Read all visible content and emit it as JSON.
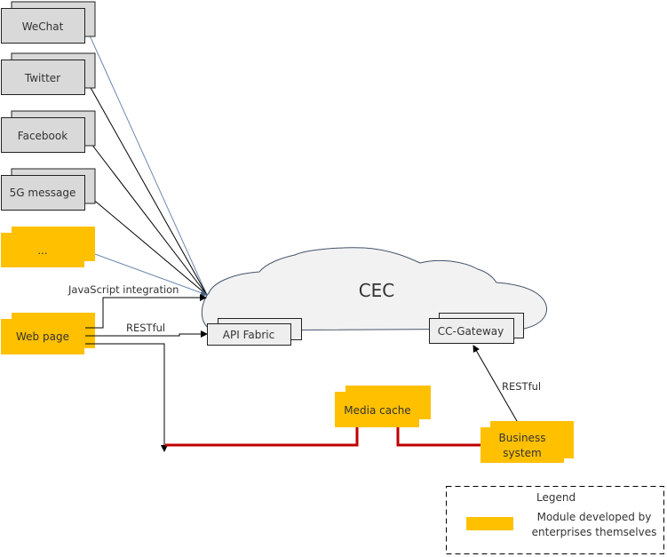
{
  "colors": {
    "gray_box": "#d9d9d9",
    "gray_box_light": "#eeeeee",
    "yellow_box": "#ffc000",
    "cloud_fill": "#f2f2f2",
    "blue_line": "#6c8ab0",
    "red_line": "#c00000",
    "black_line": "#000000"
  },
  "channels": [
    {
      "label": "WeChat"
    },
    {
      "label": "Twitter"
    },
    {
      "label": "Facebook"
    },
    {
      "label": "5G message"
    },
    {
      "label": "..."
    }
  ],
  "web_page": {
    "label": "Web page"
  },
  "cloud": {
    "label": "CEC"
  },
  "api_fabric": {
    "label": "API Fabric"
  },
  "cc_gateway": {
    "label": "CC-Gateway"
  },
  "media_cache": {
    "label": "Media cache"
  },
  "business_system": {
    "label_line1": "Business",
    "label_line2": "system"
  },
  "connectors": {
    "js_integration": "JavaScript integration",
    "restful_web": "RESTful",
    "restful_business": "RESTful"
  },
  "legend": {
    "title": "Legend",
    "item_line1": "Module developed by",
    "item_line2": "enterprises themselves"
  }
}
